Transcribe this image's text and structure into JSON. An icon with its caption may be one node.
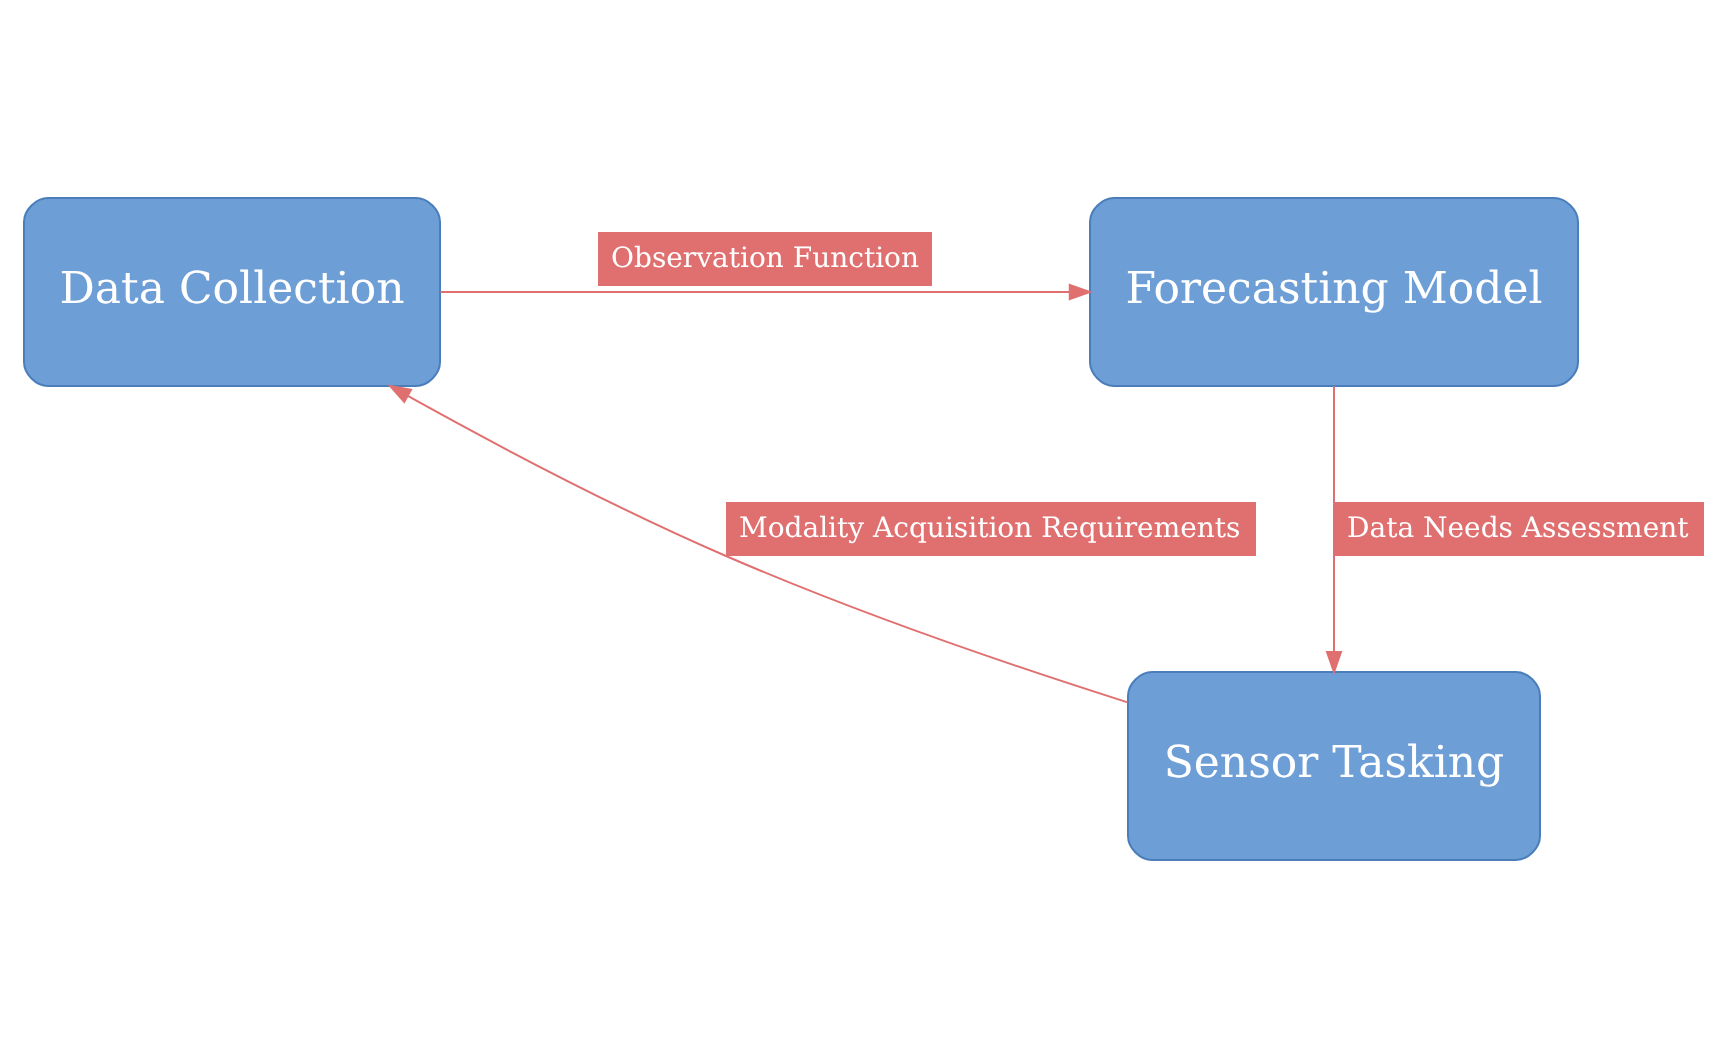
{
  "diagram": {
    "nodes": [
      {
        "text": [
          "Data Collection"
        ]
      },
      {
        "text": [
          "Forecasting Model"
        ]
      },
      {
        "text": [
          "Sensor Tasking"
        ]
      }
    ],
    "edges": [
      {
        "from": 0,
        "to": 1,
        "arrow": "to",
        "label": "Observation Function"
      },
      {
        "from": 1,
        "to": 2,
        "arrow": "to",
        "label": "Data Needs Assessment"
      },
      {
        "from": 2,
        "to": 0,
        "arrow": "to",
        "label": "Modality Acquisition Requirements"
      }
    ]
  }
}
